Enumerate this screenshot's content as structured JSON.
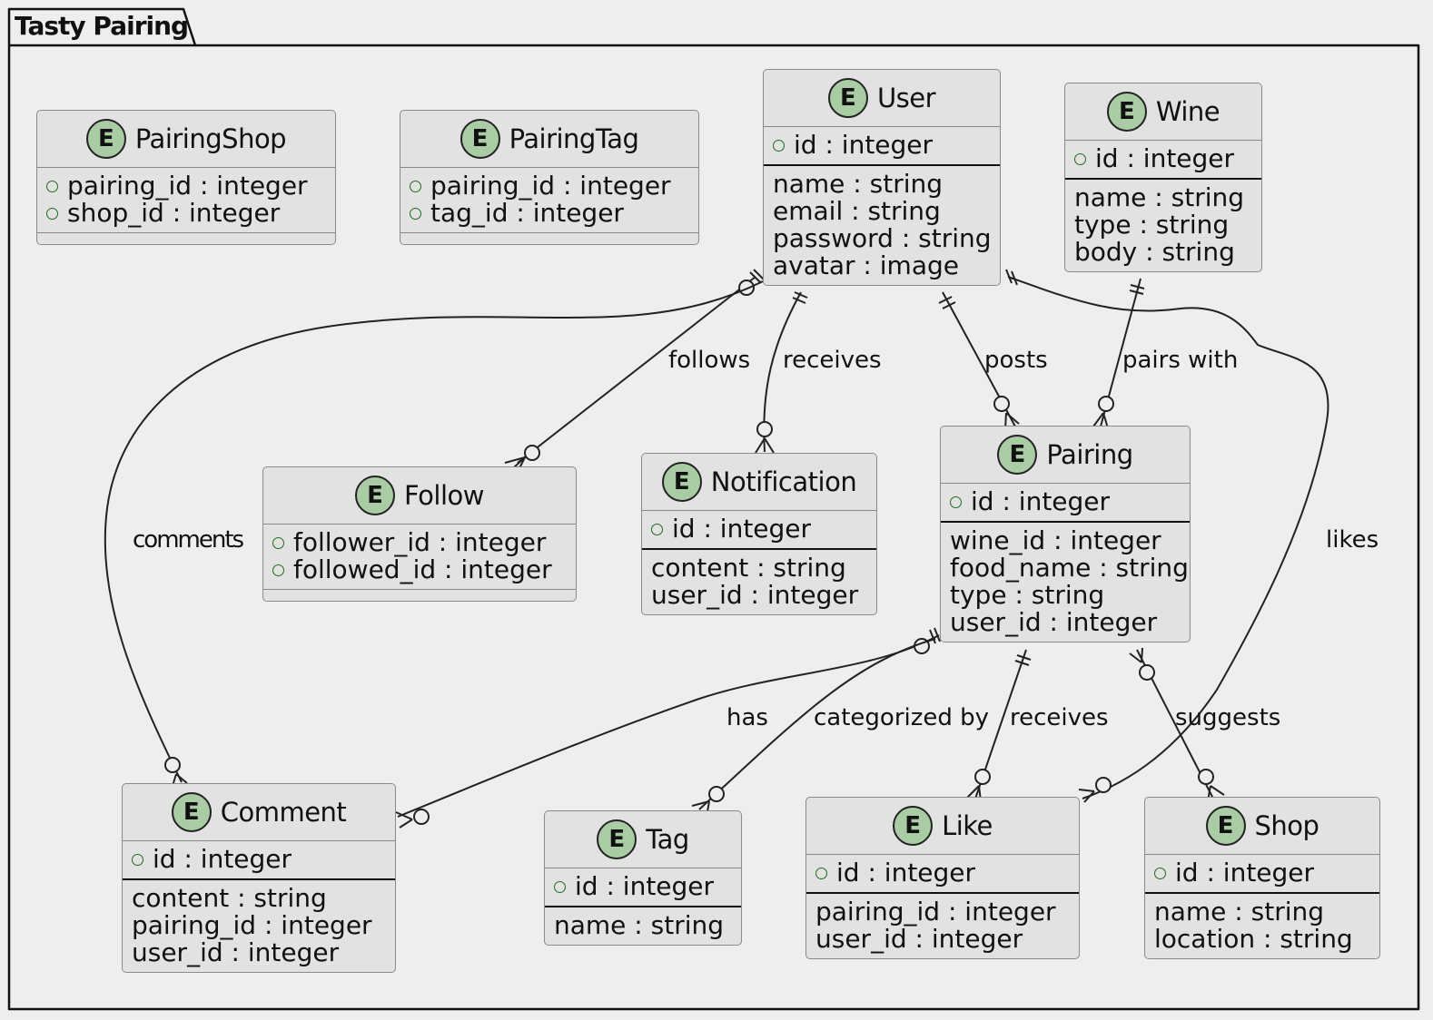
{
  "package": {
    "title": "Tasty Pairing"
  },
  "entities": {
    "pairing_shop": {
      "name": "PairingShop",
      "badge": "E",
      "keys": [
        "pairing_id : integer",
        "shop_id : integer"
      ],
      "fields": []
    },
    "pairing_tag": {
      "name": "PairingTag",
      "badge": "E",
      "keys": [
        "pairing_id : integer",
        "tag_id : integer"
      ],
      "fields": []
    },
    "user": {
      "name": "User",
      "badge": "E",
      "keys": [
        "id : integer"
      ],
      "fields": [
        "name : string",
        "email : string",
        "password : string",
        "avatar : image"
      ]
    },
    "wine": {
      "name": "Wine",
      "badge": "E",
      "keys": [
        "id : integer"
      ],
      "fields": [
        "name : string",
        "type : string",
        "body : string"
      ]
    },
    "follow": {
      "name": "Follow",
      "badge": "E",
      "keys": [
        "follower_id : integer",
        "followed_id : integer"
      ],
      "fields": []
    },
    "notification": {
      "name": "Notification",
      "badge": "E",
      "keys": [
        "id : integer"
      ],
      "fields": [
        "content : string",
        "user_id : integer"
      ]
    },
    "pairing": {
      "name": "Pairing",
      "badge": "E",
      "keys": [
        "id : integer"
      ],
      "fields": [
        "wine_id : integer",
        "food_name : string",
        "type : string",
        "user_id : integer"
      ]
    },
    "comment": {
      "name": "Comment",
      "badge": "E",
      "keys": [
        "id : integer"
      ],
      "fields": [
        "content : string",
        "pairing_id : integer",
        "user_id : integer"
      ]
    },
    "tag": {
      "name": "Tag",
      "badge": "E",
      "keys": [
        "id : integer"
      ],
      "fields": [
        "name : string"
      ]
    },
    "like": {
      "name": "Like",
      "badge": "E",
      "keys": [
        "id : integer"
      ],
      "fields": [
        "pairing_id : integer",
        "user_id : integer"
      ]
    },
    "shop": {
      "name": "Shop",
      "badge": "E",
      "keys": [
        "id : integer"
      ],
      "fields": [
        "name : string",
        "location : string"
      ]
    }
  },
  "relationships": {
    "follows": "follows",
    "receives_user": "receives",
    "posts": "posts",
    "pairs_with": "pairs with",
    "comments": "comments",
    "likes": "likes",
    "has": "has",
    "categorized_by": "categorized by",
    "receives_pairing": "receives",
    "suggests": "suggests"
  },
  "colors": {
    "background": "#eeeeee",
    "entity_fill": "#e2e2e2",
    "entity_border": "#8a8a8a",
    "badge_fill": "#a9cca4",
    "line": "#222222"
  }
}
